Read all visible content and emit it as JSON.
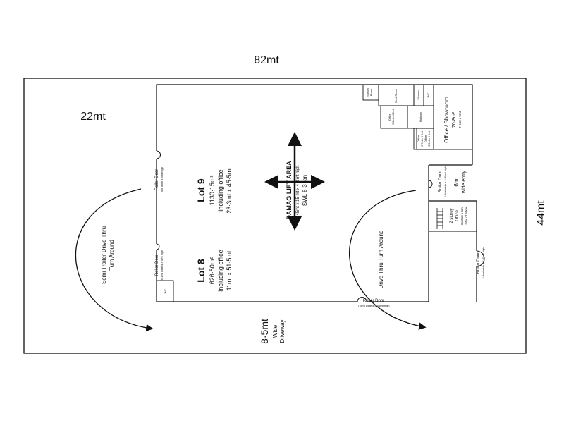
{
  "dimensions": {
    "width_label": "82mt",
    "left_label": "22mt",
    "height_label": "44mt",
    "driveway_main": "8·5mt",
    "driveway_sub1": "Wide",
    "driveway_sub2": "Driveway"
  },
  "lot9": {
    "title": "Lot 9",
    "area": "1130·15m²",
    "office_note": "including office",
    "size": "23·3mt x 45·5mt"
  },
  "lot8": {
    "title": "Lot 8",
    "area": "626·50m²",
    "office_note": "including office",
    "size": "11mt x 51·5mt"
  },
  "lift_area": {
    "title": "DAMAG LIFT AREA",
    "size": "45mt x 15 mt x 4·3 mt high",
    "swl": "SWL 6·3 ton"
  },
  "roller_doors": {
    "rd1": {
      "label": "Roller Door",
      "spec": "6mt wide x 5mt high"
    },
    "rd2": {
      "label": "Roller Door",
      "spec": "6·1mt wide x 4·5mt high"
    },
    "rd3": {
      "label": "Roller Door",
      "spec": "7·5mt wide x 5·05mt high"
    },
    "rd4": {
      "label": "Roller Door",
      "spec": "4·2mt wide x 4·45mt high"
    },
    "rd5": {
      "label": "Roller Door",
      "spec": "4·5mt wide x 4·45mt high"
    }
  },
  "turnarounds": {
    "left": {
      "line1": "Semi Trailer Drive Thru",
      "line2": "Turn Around"
    },
    "right": {
      "label": "Drive Thru Turn Around"
    }
  },
  "entry": {
    "line1": "6mt",
    "line2": "wide entry"
  },
  "rooms": {
    "switch": {
      "line1": "Switch",
      "line2": "Room"
    },
    "meal": "Meal Room",
    "shower": "Shower",
    "wc": "WC",
    "hallway": "Hallway",
    "office_a": {
      "line1": "Office",
      "line2": "3·2mt x 4·2mt"
    },
    "office_b": {
      "line1": "Office",
      "line2": "3·7mt x 4·5mt"
    },
    "office_c": {
      "line1": "Office",
      "line2": "3·5mt x 5·5mt"
    },
    "showroom": {
      "line1": "Office / Showroom",
      "line2": "70·8m²",
      "line3": "7·5mt x 9mt"
    },
    "two_storey": {
      "line1": "2 storey",
      "line2": "Office",
      "line3": "2x 3mt x 4mt",
      "line4": "total of 60m²"
    },
    "wc_lot8": "WC"
  }
}
